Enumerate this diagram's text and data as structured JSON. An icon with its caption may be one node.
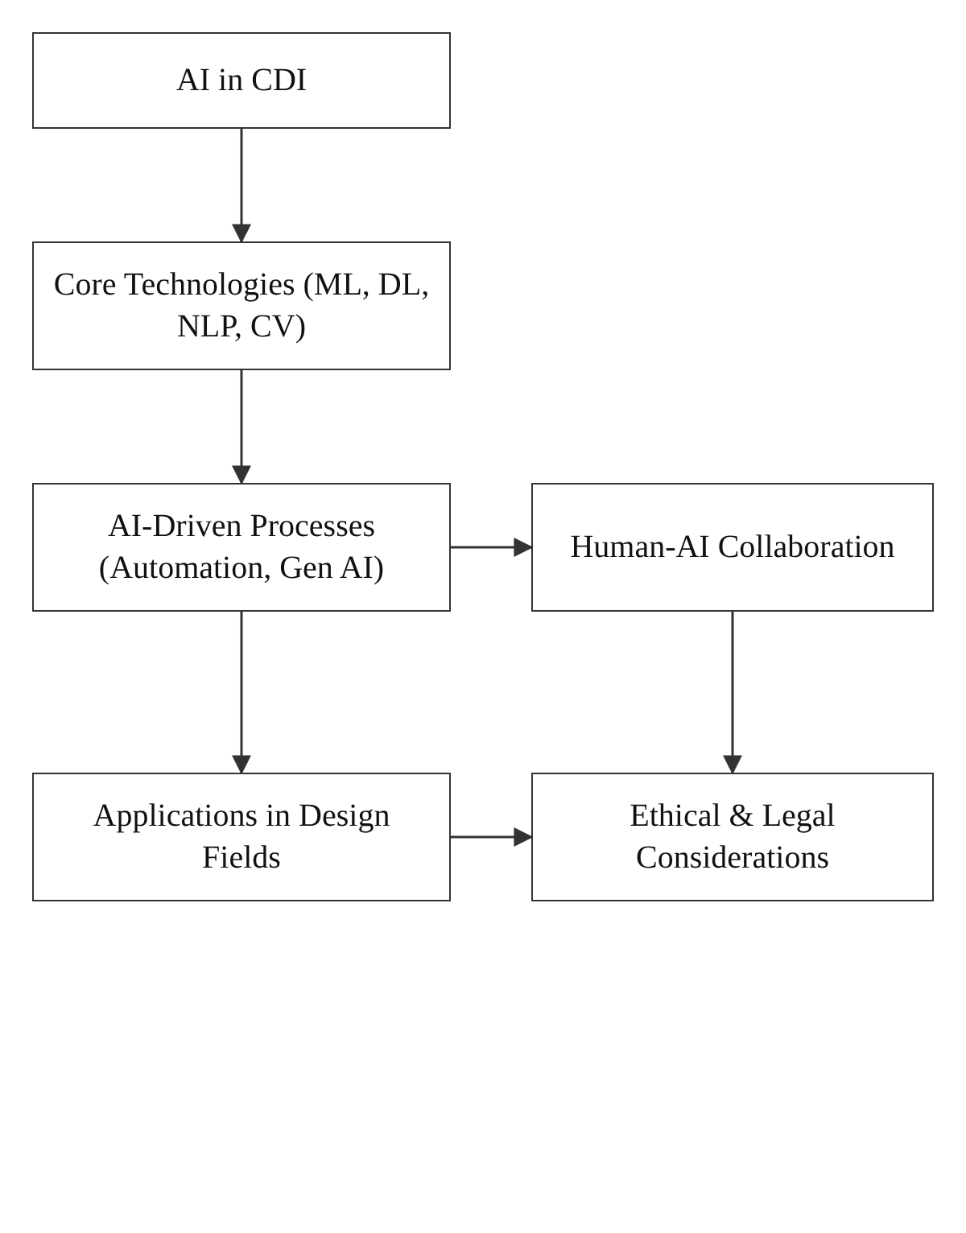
{
  "diagram": {
    "nodes": [
      {
        "text": [
          "AI in CDI"
        ]
      },
      {
        "text": [
          "Core Technologies (ML, DL, NLP, CV)"
        ]
      },
      {
        "text": [
          "AI-Driven Processes (Automation, Gen AI)"
        ]
      },
      {
        "text": [
          "Human-AI Collaboration"
        ]
      },
      {
        "text": [
          "Applications in Design Fields"
        ]
      },
      {
        "text": [
          "Ethical & Legal Considerations"
        ]
      }
    ],
    "edges": [
      {
        "from": 0,
        "to": 1,
        "arrow": "to"
      },
      {
        "from": 1,
        "to": 2,
        "arrow": "to"
      },
      {
        "from": 2,
        "to": 3,
        "arrow": "to"
      },
      {
        "from": 2,
        "to": 4,
        "arrow": "to"
      },
      {
        "from": 3,
        "to": 5,
        "arrow": "to"
      },
      {
        "from": 4,
        "to": 5,
        "arrow": "to"
      }
    ]
  }
}
